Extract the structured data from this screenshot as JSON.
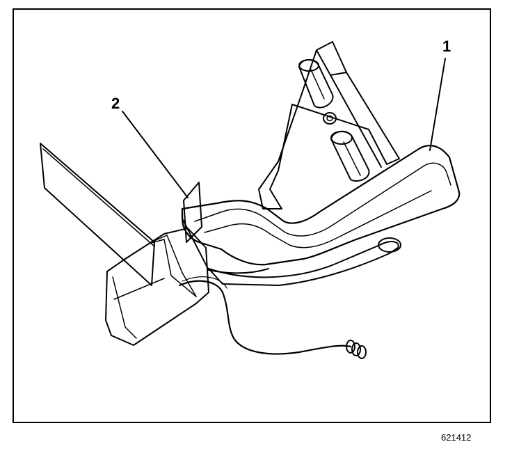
{
  "callouts": [
    {
      "label": "1"
    },
    {
      "label": "2"
    }
  ],
  "figure_number": "621412"
}
